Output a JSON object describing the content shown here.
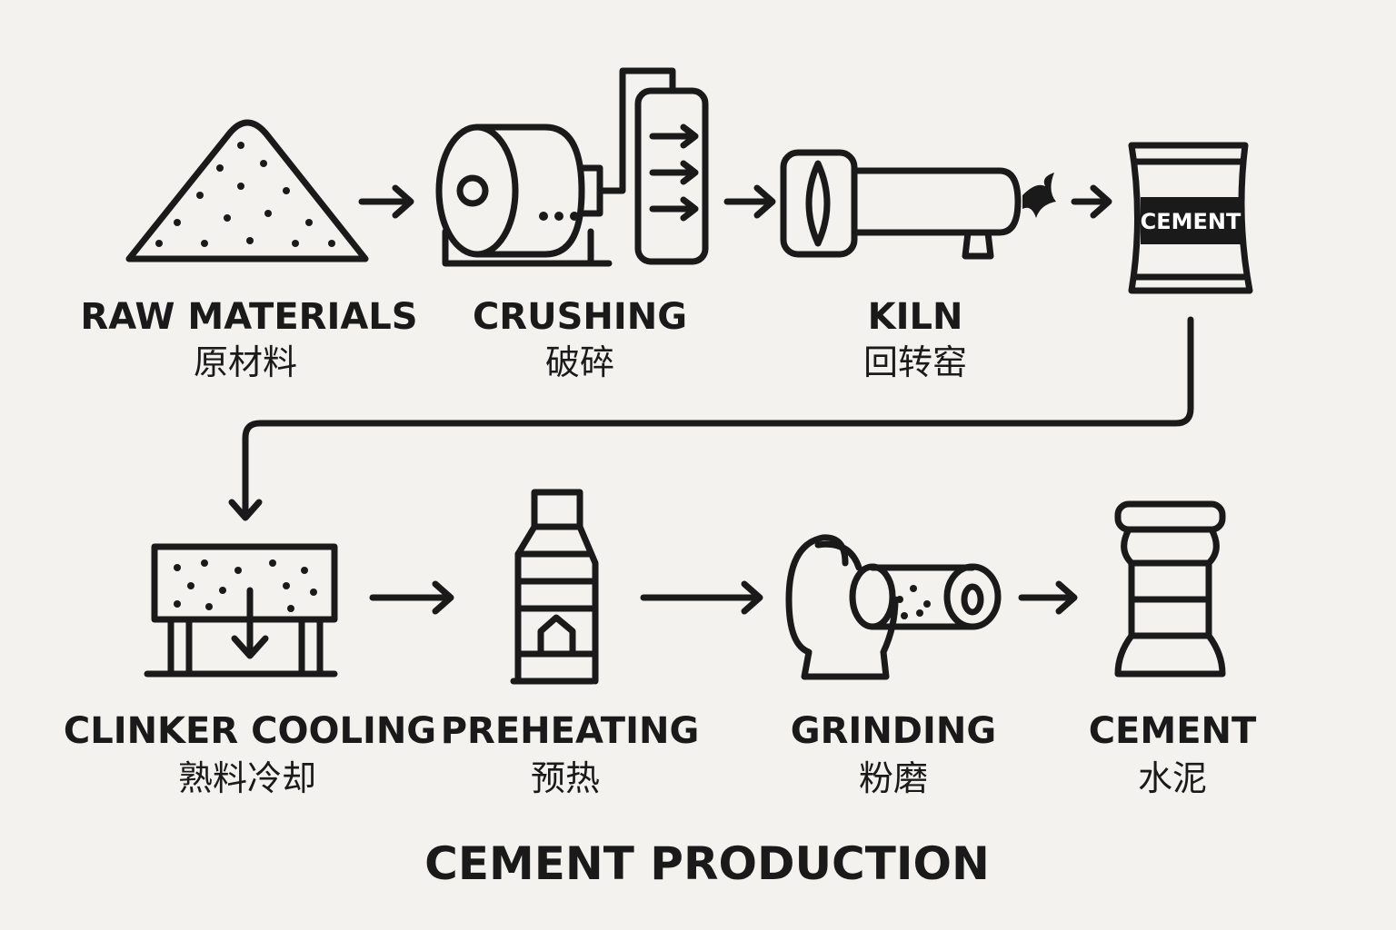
{
  "title": "CEMENT PRODUCTION",
  "steps": [
    {
      "en": "RAW MATERIALS",
      "zh": "原材料",
      "icon": "material-pile-icon"
    },
    {
      "en": "CRUSHING",
      "zh": "破碎",
      "icon": "crusher-icon"
    },
    {
      "en": "KILN",
      "zh": "回转窑",
      "icon": "rotary-kiln-icon"
    },
    {
      "bag_label": "CEMENT",
      "icon": "cement-bag-icon"
    },
    {
      "en": "CLINKER COOLING",
      "zh": "熟料冷却",
      "icon": "cooler-icon"
    },
    {
      "en": "PREHEATING",
      "zh": "预热",
      "icon": "preheater-tower-icon"
    },
    {
      "en": "GRINDING",
      "zh": "粉磨",
      "icon": "grinding-mill-icon"
    },
    {
      "en": "CEMENT",
      "zh": "水泥",
      "icon": "cement-silo-icon"
    }
  ],
  "colors": {
    "background": "#f3f2ee",
    "ink": "#1a1a1a"
  }
}
